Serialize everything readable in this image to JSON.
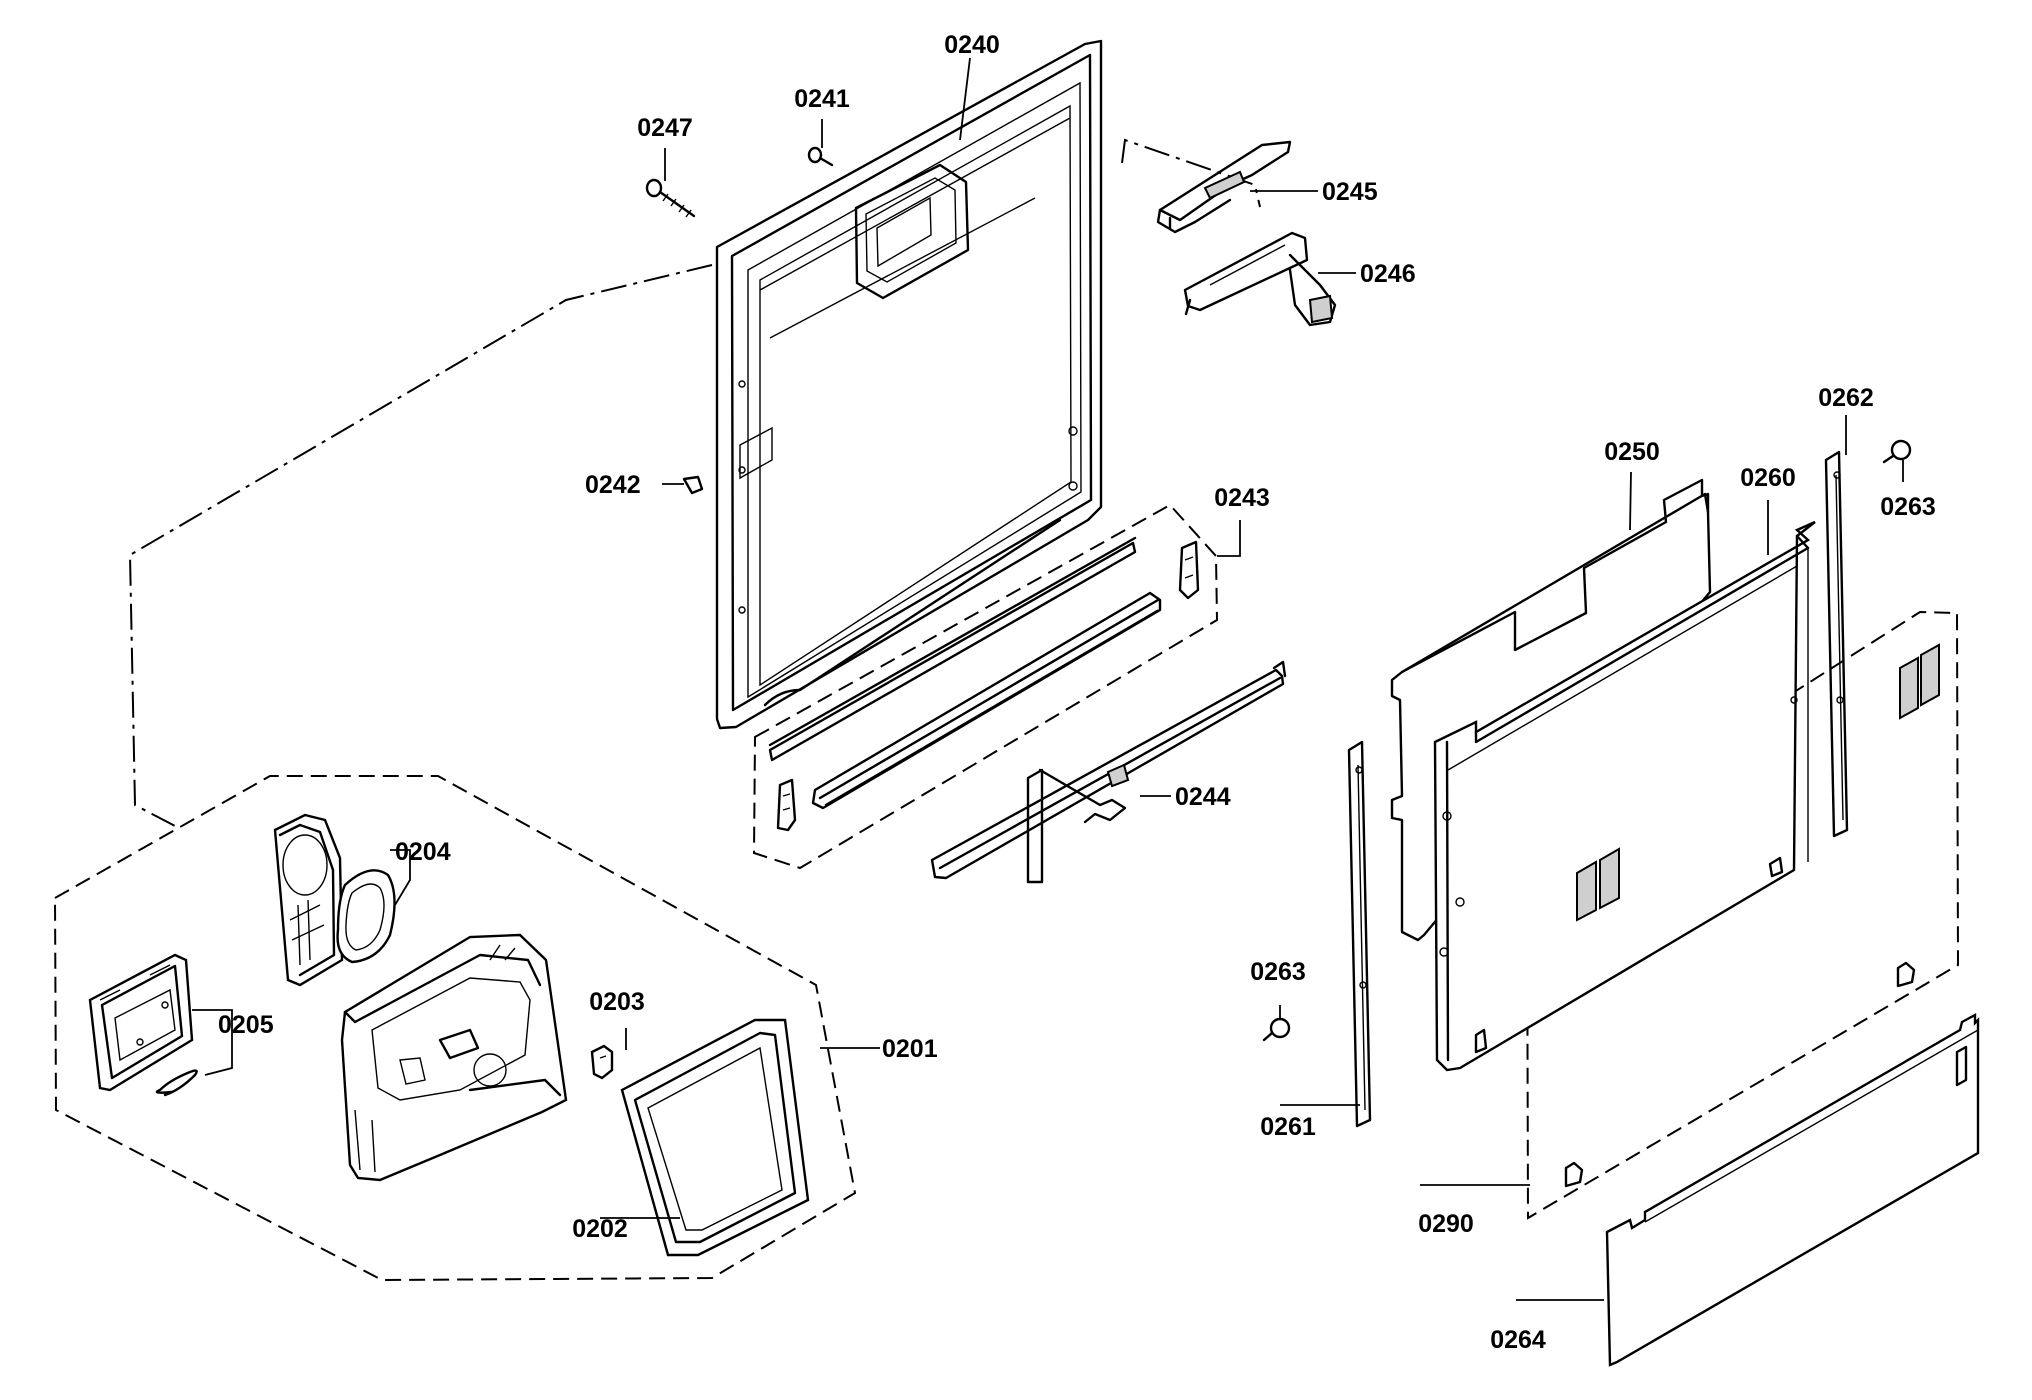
{
  "labels": {
    "l0240": "0240",
    "l0241": "0241",
    "l0247": "0247",
    "l0245": "0245",
    "l0246": "0246",
    "l0242": "0242",
    "l0243": "0243",
    "l0244": "0244",
    "l0250": "0250",
    "l0260": "0260",
    "l0262": "0262",
    "l0263a": "0263",
    "l0263b": "0263",
    "l0261": "0261",
    "l0290": "0290",
    "l0264": "0264",
    "l0204": "0204",
    "l0205": "0205",
    "l0203": "0203",
    "l0201": "0201",
    "l0202": "0202"
  }
}
